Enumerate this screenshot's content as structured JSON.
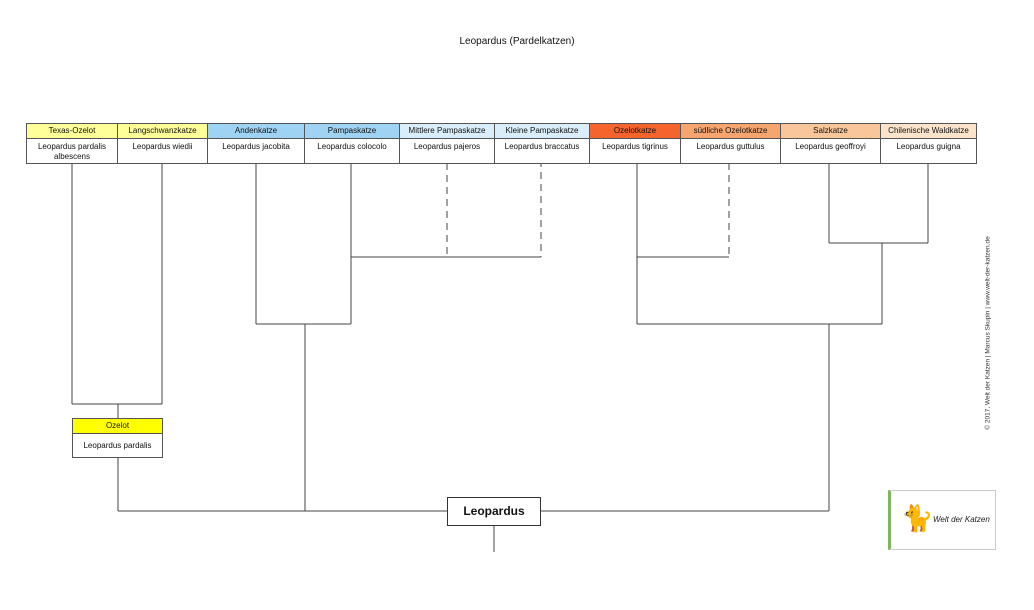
{
  "title": "Leopardus (Pardelkatzen)",
  "species": [
    {
      "common": "Texas-Ozelot",
      "latin": "Leopardus pardalis albescens",
      "color": "#ffff99"
    },
    {
      "common": "Langschwanzkatze",
      "latin": "Leopardus wiedii",
      "color": "#ffff99"
    },
    {
      "common": "Andenkatze",
      "latin": "Leopardus jacobita",
      "color": "#9fd3f3"
    },
    {
      "common": "Pampaskatze",
      "latin": "Leopardus colocolo",
      "color": "#9fd3f3"
    },
    {
      "common": "Mittlere Pampaskatze",
      "latin": "Leopardus pajeros",
      "color": "#d9eefa"
    },
    {
      "common": "Kleine Pampaskatze",
      "latin": "Leopardus braccatus",
      "color": "#d9eefa"
    },
    {
      "common": "Ozelotkatze",
      "latin": "Leopardus tigrinus",
      "color": "#f4642c"
    },
    {
      "common": "südliche Ozelotkatze",
      "latin": "Leopardus guttulus",
      "color": "#f7a56f"
    },
    {
      "common": "Salzkatze",
      "latin": "Leopardus geoffroyi",
      "color": "#f9c69b"
    },
    {
      "common": "Chilenische Waldkatze",
      "latin": "Leopardus guigna",
      "color": "#fbe3cc"
    }
  ],
  "ozelot": {
    "common": "Ozelot",
    "latin": "Leopardus pardalis",
    "color": "#ffff00"
  },
  "root": "Leopardus",
  "credit": "© 2017, Welt der Katzen | Marcus Skupin | www.welt-der-katzen.de",
  "logo": {
    "text": "Welt der Katzen",
    "icon": "cat-icon",
    "color": "#4e7d32"
  }
}
